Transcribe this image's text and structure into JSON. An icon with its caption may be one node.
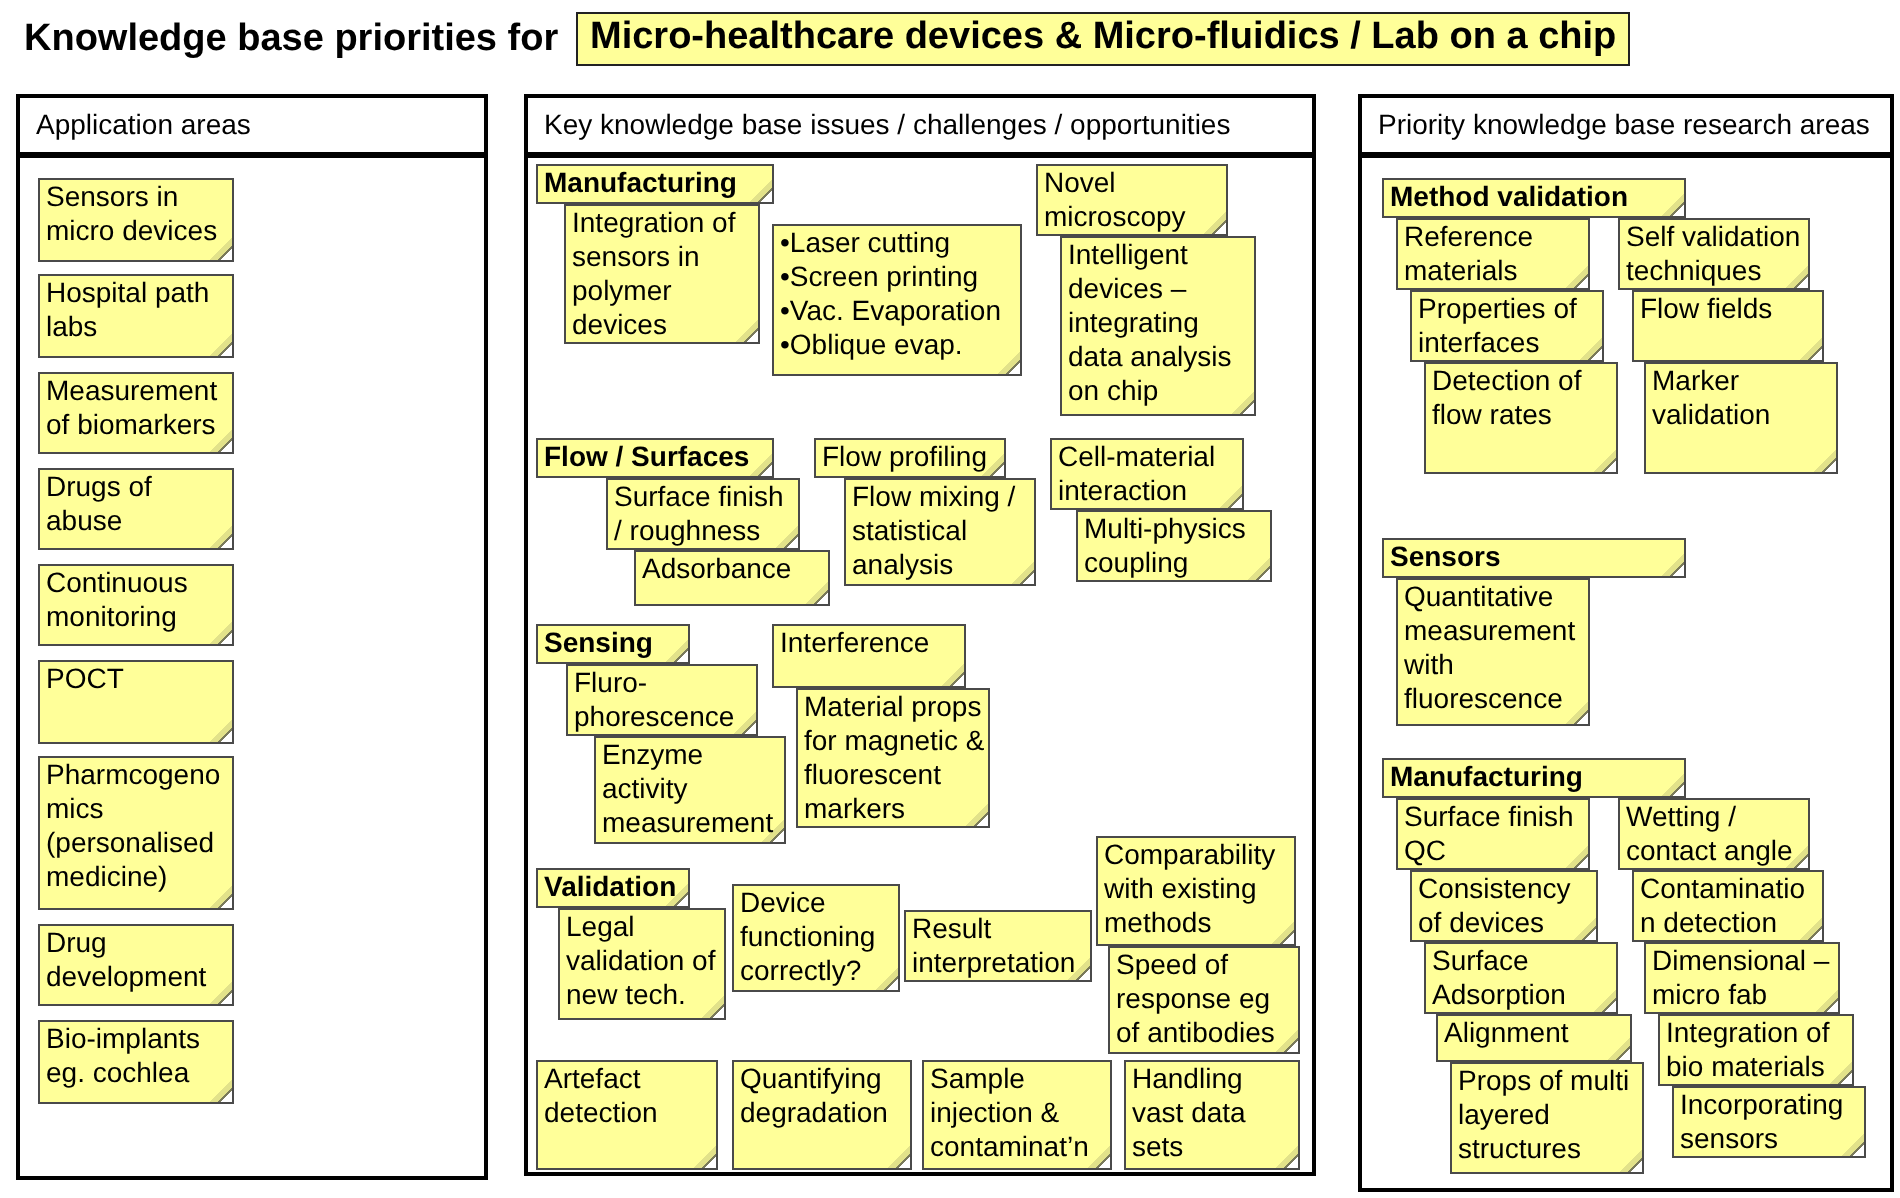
{
  "diagram": {
    "title": "Knowledge base priorities for",
    "nodes": [
      {
        "text": [
          "Micro-healthcare devices & Micro-fluidics / Lab on a chip"
        ]
      },
      {
        "text": [
          "Application areas"
        ]
      },
      {
        "text": [
          "Sensors in micro devices"
        ],
        "in": 1
      },
      {
        "text": [
          "Hospital path labs"
        ],
        "in": 1
      },
      {
        "text": [
          "Measurement of biomarkers"
        ],
        "in": 1
      },
      {
        "text": [
          "Drugs of abuse"
        ],
        "in": 1
      },
      {
        "text": [
          "Continuous monitoring"
        ],
        "in": 1
      },
      {
        "text": [
          "POCT"
        ],
        "in": 1
      },
      {
        "text": [
          "Pharmcogeno mics (personalised medicine)"
        ],
        "in": 1
      },
      {
        "text": [
          "Drug development"
        ],
        "in": 1
      },
      {
        "text": [
          "Bio-implants eg. cochlea"
        ],
        "in": 1
      },
      {
        "text": [
          "Key knowledge base issues / challenges / opportunities"
        ]
      },
      {
        "text": [
          "Manufacturing"
        ],
        "in": 11
      },
      {
        "text": [
          "Integration of sensors in polymer devices"
        ],
        "in": 11
      },
      {
        "text": [
          "•Laser cutting",
          "•Screen printing",
          "•Vac. Evaporation",
          "•Oblique evap."
        ],
        "in": 11
      },
      {
        "text": [
          "Novel microscopy"
        ],
        "in": 11
      },
      {
        "text": [
          "Intelligent devices – integrating data analysis on chip"
        ],
        "in": 11
      },
      {
        "text": [
          "Flow / Surfaces"
        ],
        "in": 11
      },
      {
        "text": [
          "Surface finish / roughness"
        ],
        "in": 11
      },
      {
        "text": [
          "Adsorbance"
        ],
        "in": 11
      },
      {
        "text": [
          "Flow profiling"
        ],
        "in": 11
      },
      {
        "text": [
          "Flow mixing / statistical analysis"
        ],
        "in": 11
      },
      {
        "text": [
          "Cell-material interaction"
        ],
        "in": 11
      },
      {
        "text": [
          "Multi-physics coupling"
        ],
        "in": 11
      },
      {
        "text": [
          "Sensing"
        ],
        "in": 11
      },
      {
        "text": [
          "Fluro- phorescence"
        ],
        "in": 11
      },
      {
        "text": [
          "Enzyme activity measurement"
        ],
        "in": 11
      },
      {
        "text": [
          "Interference"
        ],
        "in": 11
      },
      {
        "text": [
          "Material props for magnetic & fluorescent markers"
        ],
        "in": 11
      },
      {
        "text": [
          "Validation"
        ],
        "in": 11
      },
      {
        "text": [
          "Legal validation of new tech."
        ],
        "in": 11
      },
      {
        "text": [
          "Device functioning correctly?"
        ],
        "in": 11
      },
      {
        "text": [
          "Result interpretation"
        ],
        "in": 11
      },
      {
        "text": [
          "Comparability with existing methods"
        ],
        "in": 11
      },
      {
        "text": [
          "Speed of response eg of antibodies"
        ],
        "in": 11
      },
      {
        "text": [
          "Artefact detection"
        ],
        "in": 11
      },
      {
        "text": [
          "Quantifying degradation"
        ],
        "in": 11
      },
      {
        "text": [
          "Sample injection & contaminat’n"
        ],
        "in": 11
      },
      {
        "text": [
          "Handling vast data sets"
        ],
        "in": 11
      },
      {
        "text": [
          "Priority knowledge base research areas"
        ]
      },
      {
        "text": [
          "Method validation"
        ],
        "in": 39
      },
      {
        "text": [
          "Reference materials"
        ],
        "in": 39
      },
      {
        "text": [
          "Self validation techniques"
        ],
        "in": 39
      },
      {
        "text": [
          "Properties of interfaces"
        ],
        "in": 39
      },
      {
        "text": [
          "Flow fields"
        ],
        "in": 39
      },
      {
        "text": [
          "Detection of flow rates"
        ],
        "in": 39
      },
      {
        "text": [
          "Marker validation"
        ],
        "in": 39
      },
      {
        "text": [
          "Sensors"
        ],
        "in": 39
      },
      {
        "text": [
          "Quantitative measurement with fluorescence"
        ],
        "in": 39
      },
      {
        "text": [
          "Manufacturing"
        ],
        "in": 39
      },
      {
        "text": [
          "Surface finish QC"
        ],
        "in": 39
      },
      {
        "text": [
          "Wetting / contact angle"
        ],
        "in": 39
      },
      {
        "text": [
          "Consistency of devices"
        ],
        "in": 39
      },
      {
        "text": [
          "Contaminatio n detection"
        ],
        "in": 39
      },
      {
        "text": [
          "Surface Adsorption"
        ],
        "in": 39
      },
      {
        "text": [
          "Dimensional – micro fab"
        ],
        "in": 39
      },
      {
        "text": [
          "Alignment"
        ],
        "in": 39
      },
      {
        "text": [
          "Integration of bio materials"
        ],
        "in": 39
      },
      {
        "text": [
          "Props of multi layered structures"
        ],
        "in": 39
      },
      {
        "text": [
          "Incorporating sensors"
        ],
        "in": 39
      }
    ]
  }
}
